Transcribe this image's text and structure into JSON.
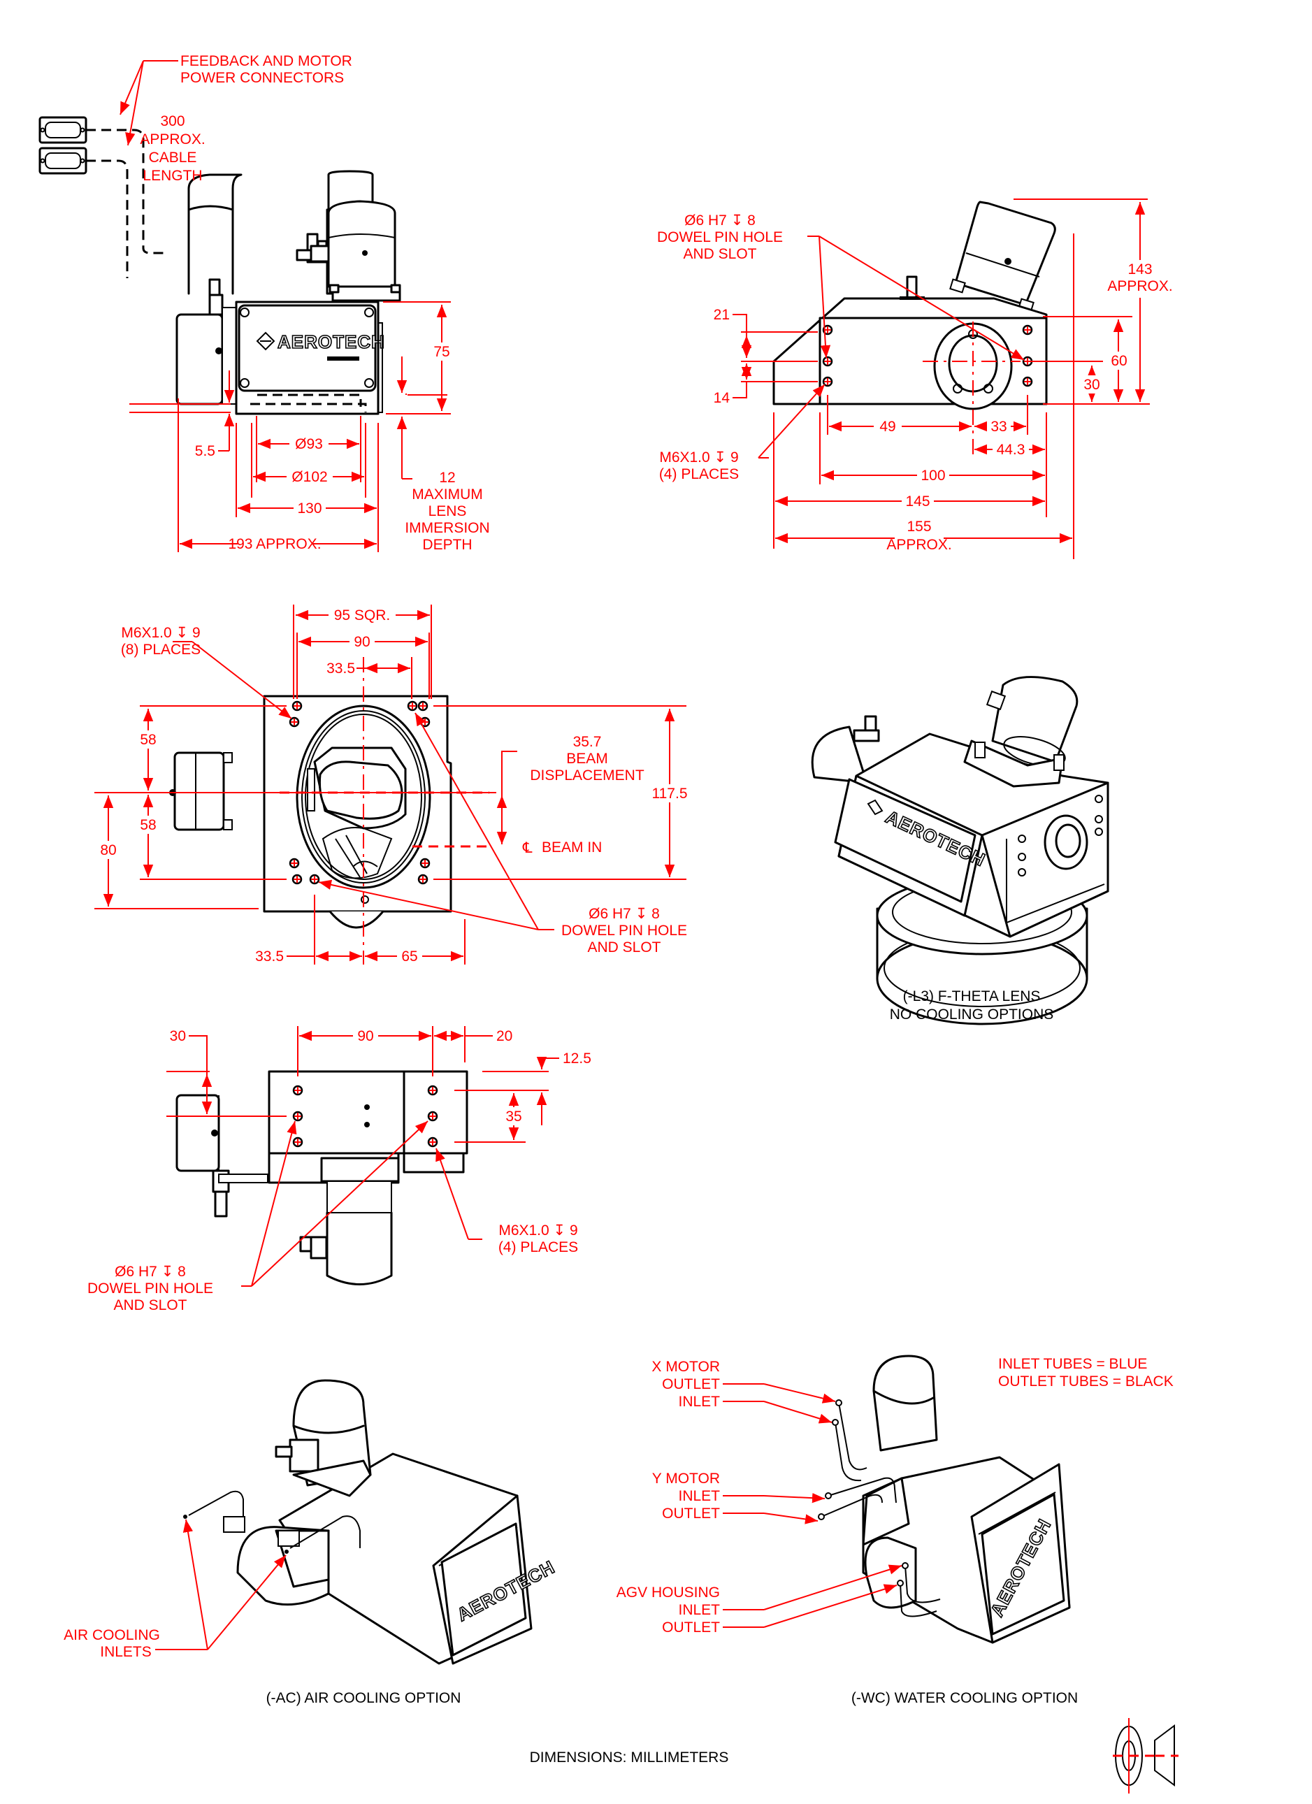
{
  "document": {
    "brand": "AEROTECH",
    "units_note": "DIMENSIONS:  MILLIMETERS",
    "colors": {
      "dimension": "#ff0000",
      "geometry": "#000000",
      "background": "#ffffff"
    }
  },
  "front_view": {
    "connector_callout": [
      "FEEDBACK AND MOTOR",
      "POWER CONNECTORS"
    ],
    "cable_length": [
      "300",
      "APPROX.",
      "CABLE",
      "LENGTH"
    ],
    "dim_height": "75",
    "dim_offset": "5.5",
    "dim_dia_inner": "Ø93",
    "dim_dia_outer": "Ø102",
    "dim_width": "130",
    "dim_overall": "193 APPROX.",
    "immersion_note": [
      "12",
      "MAXIMUM",
      "LENS",
      "IMMERSION",
      "DEPTH"
    ]
  },
  "side_view": {
    "dowel_callout": [
      "Ø6 H7 ↧ 8",
      "DOWEL PIN HOLE",
      "AND SLOT"
    ],
    "tap_callout": [
      "M6X1.0 ↧ 9",
      "(4) PLACES"
    ],
    "dim_21": "21",
    "dim_14": "14",
    "dim_height_overall": [
      "143",
      "APPROX."
    ],
    "dim_60": "60",
    "dim_30": "30",
    "dim_49": "49",
    "dim_33": "33",
    "dim_44_3": "44.3",
    "dim_100": "100",
    "dim_145": "145",
    "dim_155": [
      "155",
      "APPROX."
    ]
  },
  "top_view": {
    "dim_95": "95 SQR.",
    "dim_90": "90",
    "dim_33_5_top": "33.5",
    "tap_callout": [
      "M6X1.0 ↧ 9",
      "(8) PLACES"
    ],
    "dim_58_upper": "58",
    "dim_58_lower": "58",
    "dim_80": "80",
    "dim_117_5": "117.5",
    "beam_displacement": [
      "35.7",
      "BEAM",
      "DISPLACEMENT"
    ],
    "beam_in": "BEAM IN",
    "centerline_symbol": "℄",
    "dowel_callout": [
      "Ø6 H7 ↧ 8",
      "DOWEL PIN HOLE",
      "AND SLOT"
    ],
    "dim_33_5_bottom": "33.5",
    "dim_65": "65"
  },
  "bottom_view": {
    "dim_30": "30",
    "dim_90": "90",
    "dim_20": "20",
    "dim_12_5": "12.5",
    "dim_35": "35",
    "dowel_callout": [
      "Ø6 H7 ↧ 8",
      "DOWEL PIN HOLE",
      "AND SLOT"
    ],
    "tap_callout": [
      "M6X1.0 ↧ 9",
      "(4) PLACES"
    ]
  },
  "iso_view": {
    "caption": [
      "(-L3) F-THETA LENS",
      "NO COOLING OPTIONS"
    ]
  },
  "air_cooling_view": {
    "callout": [
      "AIR COOLING",
      "INLETS"
    ],
    "caption": "(-AC) AIR COOLING OPTION"
  },
  "water_cooling_view": {
    "x_motor": "X MOTOR",
    "x_outlet": "OUTLET",
    "x_inlet": "INLET",
    "y_motor": "Y MOTOR",
    "y_inlet": "INLET",
    "y_outlet": "OUTLET",
    "agv_housing": "AGV HOUSING",
    "agv_inlet": "INLET",
    "agv_outlet": "OUTLET",
    "legend": [
      "INLET TUBES = BLUE",
      "OUTLET TUBES = BLACK"
    ],
    "caption": "(-WC) WATER COOLING OPTION"
  },
  "projection_symbol": {
    "name": "third-angle-projection"
  }
}
